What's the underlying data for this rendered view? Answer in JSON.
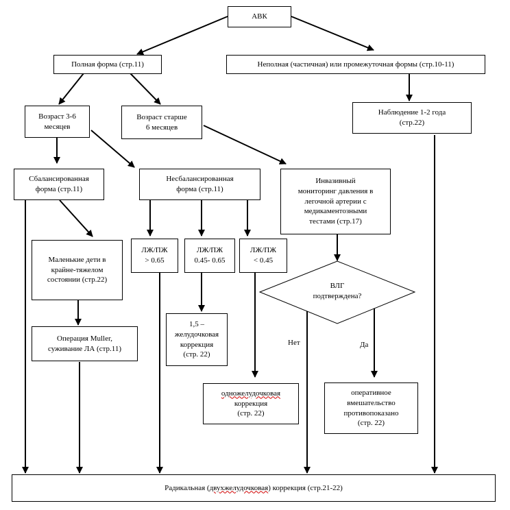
{
  "nodes": {
    "avk": "АВК",
    "full": "Полная форма (стр.11)",
    "partial": "Неполная (частичная) или промежуточная  формы (стр.10-11)",
    "age36": "Возраст 3-6\nмесяцев",
    "age6": "Возраст старше\n6 месяцев",
    "observe": "Наблюдение 1-2 года\n(стр.22)",
    "balanced": "Сбалансированная\nформа (стр.11)",
    "unbalanced": "Несбалансированная\nформа (стр.11)",
    "invasive": "Инвазивный\nмониторинг давления в\nлегочной артерии  с\nмедикаментозными\nтестами (стр.17)",
    "small_children": "Маленькие дети в\nкрайне-тяжелом\nсостоянии (стр.22)",
    "ratio_high": "ЛЖ/ПЖ\n> 0.65",
    "ratio_mid": "ЛЖ/ПЖ\n0.45- 0.65",
    "ratio_low": "ЛЖ/ПЖ\n< 0.45",
    "vlg_question": "ВЛГ\nподтверждена?",
    "one_and_half": "1,5 –\nжелудочковая\nкоррекция\n(стр. 22)",
    "muller": "Операция Muller,\nсуживание ЛА (стр.11)",
    "single_ventricle_word": "одножелудочковая",
    "single_ventricle_rest": "коррекция\n(стр. 22)",
    "contraindicated": "оперативное\nвмешательство\nпротивопоказано\n(стр. 22)",
    "radical_before": "Радикальная (",
    "radical_word": "двухжелудочковая",
    "radical_after": ") коррекция (стр.21-22)"
  },
  "edge_labels": {
    "no": "Нет",
    "yes": "Да"
  }
}
